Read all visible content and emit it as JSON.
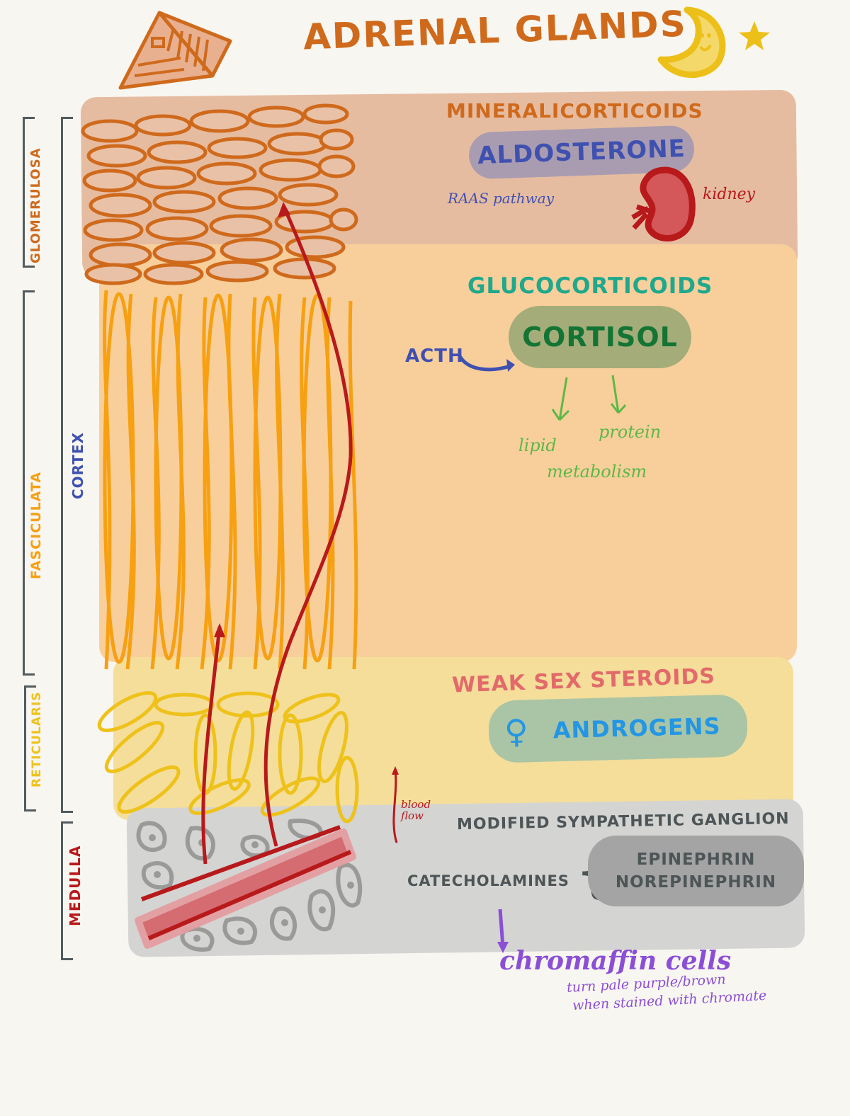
{
  "title": "ADRENAL GLANDS",
  "decorations": {
    "pyramid_icon": "pyramid-icon",
    "moon_icon": "moon-icon",
    "star_icon": "star-icon"
  },
  "side_labels": {
    "glomerulosa": "GLOMERULOSA",
    "fasciculata": "FASCICULATA",
    "reticularis": "RETICULARIS",
    "cortex": "CORTEX",
    "medulla": "MEDULLA"
  },
  "zones": {
    "glomerulosa": {
      "heading": "MINERALICORTICOIDS",
      "hormone": "ALDOSTERONE",
      "note": "RAAS pathway",
      "organ_label": "kidney"
    },
    "fasciculata": {
      "heading": "GLUCOCORTICOIDS",
      "hormone": "CORTISOL",
      "stimulus": "ACTH",
      "effect_left": "lipid",
      "effect_right": "protein",
      "effect_bottom": "metabolism"
    },
    "reticularis": {
      "heading": "WEAK SEX STEROIDS",
      "hormone": "ANDROGENS",
      "symbol": "♀"
    },
    "medulla": {
      "heading": "MODIFIED SYMPATHETIC GANGLION",
      "group_label": "CATECHOLAMINES",
      "hormones": [
        "EPINEPHRIN",
        "NOREPINEPHRIN"
      ],
      "blood_flow_label": "blood flow",
      "cell_label": "chromaffin cells",
      "cell_note_line1": "turn pale purple/brown",
      "cell_note_line2": "when stained with chromate"
    }
  },
  "colors": {
    "glomerulosa": "#cf6a1c",
    "glomerulosa_band": "#e6bca1",
    "fasciculata": "#f6a012",
    "fasciculata_band": "#f8cf9b",
    "reticularis": "#eec21a",
    "reticularis_band": "#f4de9a",
    "medulla_band": "#d4d4d2",
    "vessel": "#b8191b",
    "cortex_label": "#3f51b0",
    "purple": "#8b4fd6"
  }
}
